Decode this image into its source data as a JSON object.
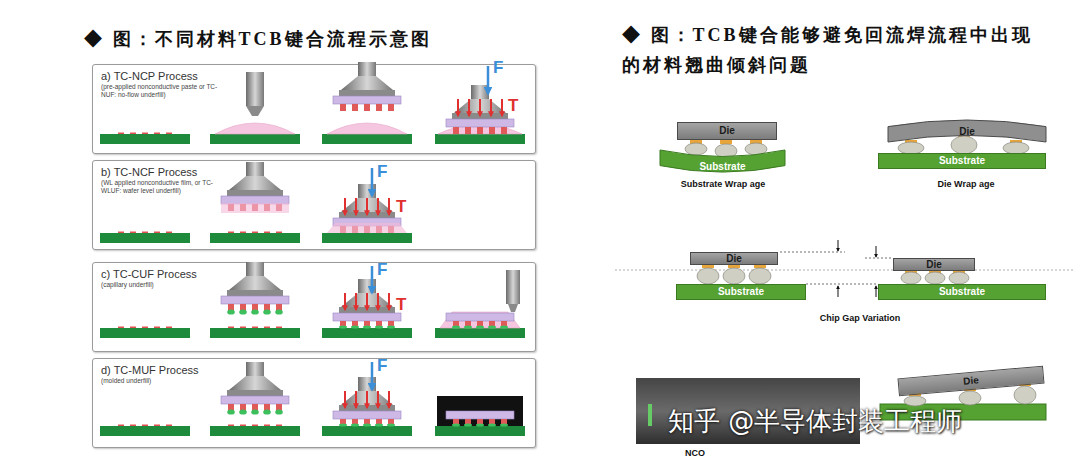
{
  "diagram": {
    "title": "◆ 图：不同材料TCB键合流程示意图",
    "nodes": [
      {
        "text": [
          "a) TC-NCP Process",
          "(pre-applied nonconductive paste or TC-NUF: no-flow underfill)"
        ]
      },
      {
        "text": [
          "b) TC-NCF Process",
          "(WL applied nonconductive film, or TC-WLUF: wafer level underfill)"
        ]
      },
      {
        "text": [
          "c) TC-CUF Process",
          "(capillary underfill)"
        ]
      },
      {
        "text": [
          "d) TC-MUF Process",
          "(molded underfill)"
        ]
      },
      {
        "text": [
          "Die"
        ]
      },
      {
        "text": [
          "Substrate"
        ]
      },
      {
        "text": [
          "Die"
        ]
      },
      {
        "text": [
          "Substrate"
        ]
      },
      {
        "text": [
          "Die"
        ]
      },
      {
        "text": [
          "Substrate"
        ]
      },
      {
        "text": [
          "Die"
        ]
      },
      {
        "text": [
          "Substrate"
        ]
      },
      {
        "text": [
          "Die"
        ]
      }
    ],
    "labels": [
      "◆ 图：TCB键合能够避免回流焊流程中出现的材料翘曲倾斜问题",
      "F",
      "T",
      "F",
      "T",
      "F",
      "T",
      "F",
      "Substrate Wrap age",
      "Die Wrap age",
      "Chip Gap Variation",
      "NCO",
      "知乎 @半导体封装工程师"
    ]
  }
}
